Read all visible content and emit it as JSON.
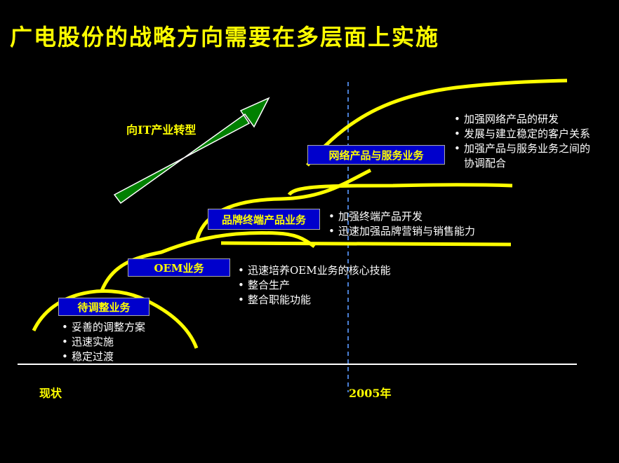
{
  "title": "广电股份的战略方向需要在多层面上实施",
  "arrow_label": "向IT产业转型",
  "stages": [
    {
      "label": "待调整业务",
      "bullets": [
        "妥善的调整方案",
        "迅速实施",
        "稳定过渡"
      ]
    },
    {
      "label": "OEM业务",
      "bullets": [
        "迅速培养OEM业务的核心技能",
        "整合生产",
        "整合职能功能"
      ]
    },
    {
      "label": "品牌终端产品业务",
      "bullets": [
        "加强终端产品开发",
        "迅速加强品牌营销与销售能力"
      ]
    },
    {
      "label": "网络产品与服务业务",
      "bullets": [
        "加强网络产品的研发",
        "发展与建立稳定的客户关系",
        "加强产品与服务业务之间的协调配合"
      ]
    }
  ],
  "axis": {
    "start_label": "现状",
    "end_label": "2005年"
  },
  "colors": {
    "background": "#000000",
    "curve": "#ffff00",
    "box": "#0000cc",
    "arrow": "#008000",
    "divider": "#4a7fd4"
  }
}
